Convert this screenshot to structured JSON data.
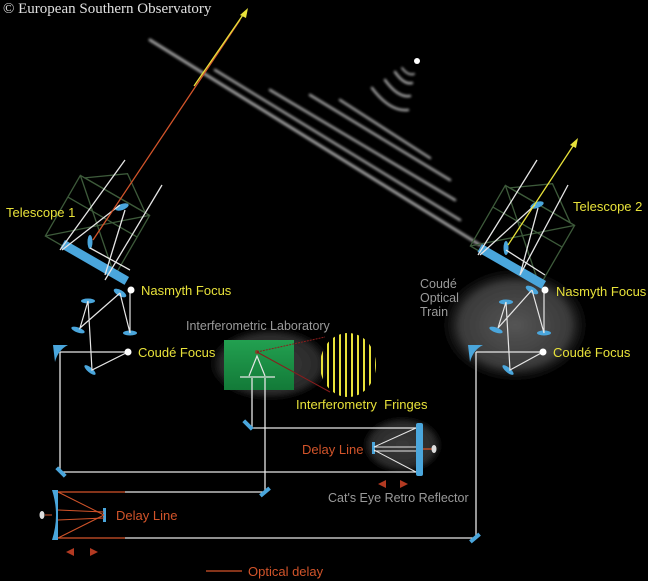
{
  "credit": "© European Southern Observatory",
  "labels": {
    "telescope1": "Telescope 1",
    "telescope2": "Telescope 2",
    "nasmyth1": "Nasmyth Focus",
    "nasmyth2": "Nasmyth Focus",
    "coude1": "Coudé Focus",
    "coude2": "Coudé Focus",
    "coude_train": [
      "Coudé",
      "Optical",
      "Train"
    ],
    "lab": "Interferometric Laboratory",
    "fringes": "Interferometry  Fringes",
    "delay_line_1": "Delay Line",
    "delay_line_2": "Delay Line",
    "cats_eye": "Cat's Eye Retro Reflector",
    "legend_optical_delay": "Optical delay"
  },
  "colors": {
    "background": "#000000",
    "mirror": "#4aa6dc",
    "beam": "#e6e6e6",
    "label_yellow": "#e8e23a",
    "delay_orange": "#d2542a",
    "lab_green": "#1e9a4a",
    "fringe_yellow": "#e8e23a"
  }
}
